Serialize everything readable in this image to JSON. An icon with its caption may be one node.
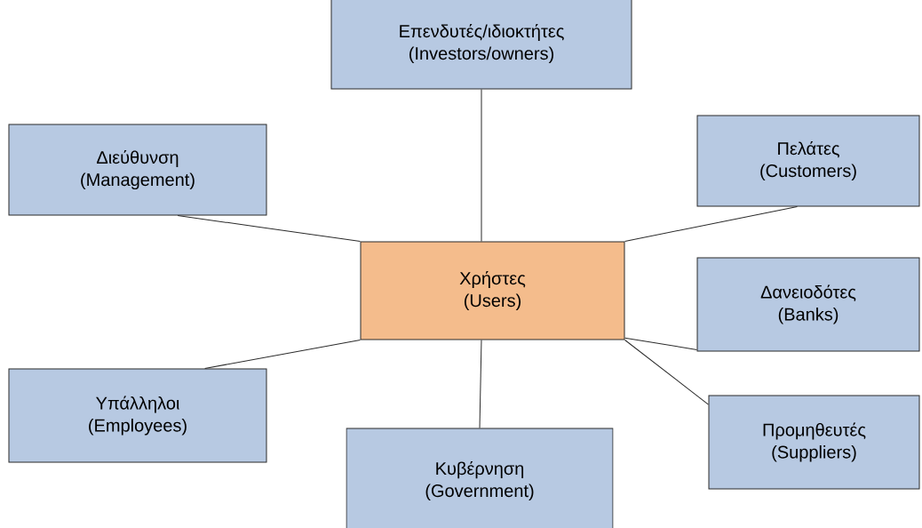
{
  "diagram": {
    "nodes": [
      {
        "text": [
          "Χρήστες",
          "(Users)"
        ]
      },
      {
        "text": [
          "Επενδυτές/ιδιοκτήτες",
          "(Investors/owners)"
        ]
      },
      {
        "text": [
          "Διεύθυνση",
          "(Management)"
        ]
      },
      {
        "text": [
          "Πελάτες",
          "(Customers)"
        ]
      },
      {
        "text": [
          "Δανειοδότες",
          "(Banks)"
        ]
      },
      {
        "text": [
          "Υπάλληλοι",
          "(Employees)"
        ]
      },
      {
        "text": [
          "Κυβέρνηση",
          "(Government)"
        ]
      },
      {
        "text": [
          "Προμηθευτές",
          "(Suppliers)"
        ]
      }
    ],
    "edges": [
      {
        "from": 2,
        "to": 0,
        "arrow": "none"
      },
      {
        "from": 1,
        "to": 0,
        "arrow": "none"
      },
      {
        "from": 3,
        "to": 0,
        "arrow": "none"
      },
      {
        "from": 4,
        "to": 0,
        "arrow": "none"
      },
      {
        "from": 7,
        "to": 0,
        "arrow": "none"
      },
      {
        "from": 5,
        "to": 0,
        "arrow": "none"
      },
      {
        "from": 6,
        "to": 0,
        "arrow": "none"
      }
    ]
  }
}
